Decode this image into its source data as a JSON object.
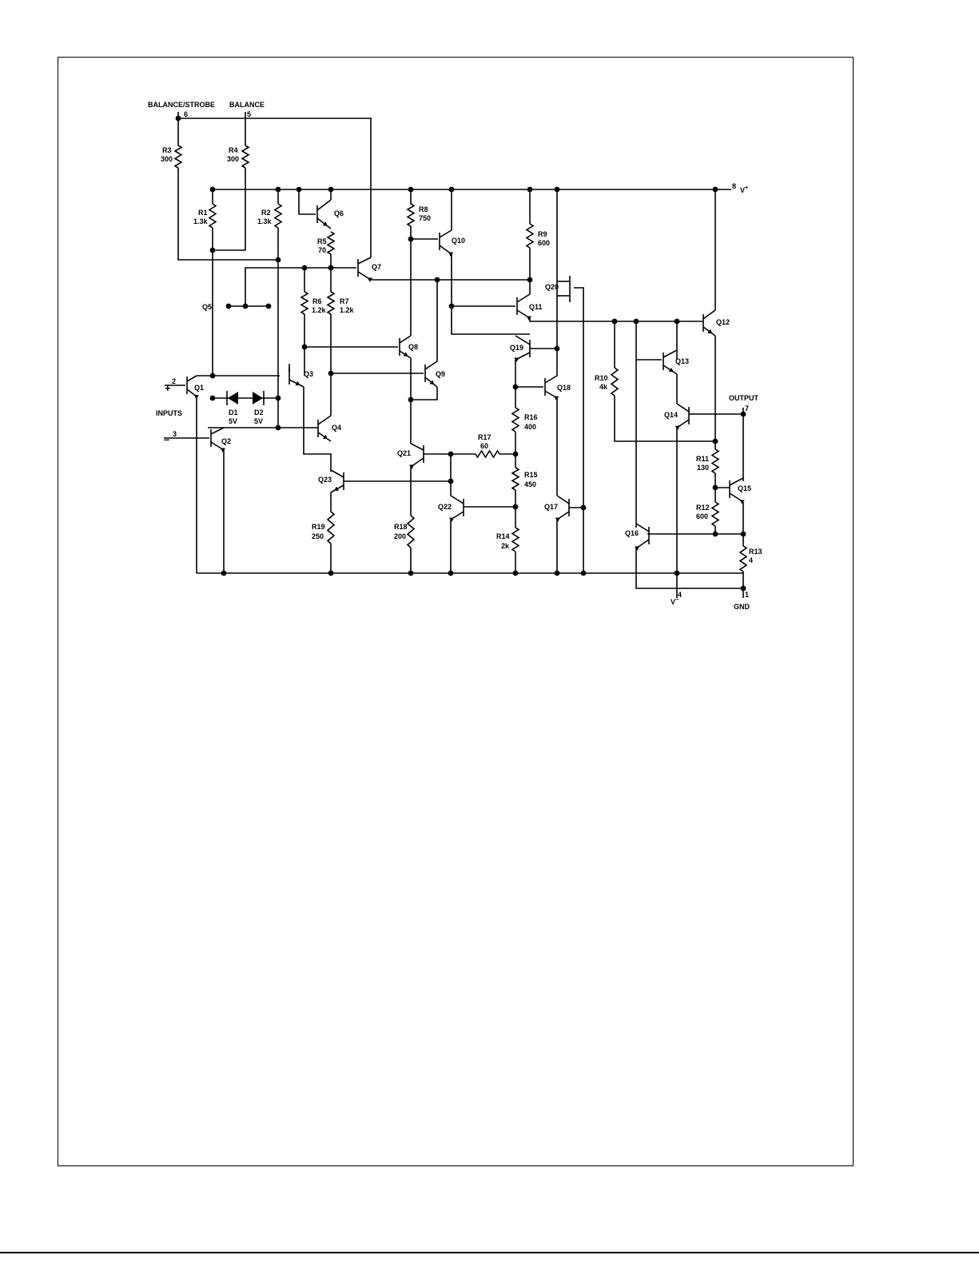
{
  "pins": {
    "balance_strobe": {
      "label": "BALANCE/STROBE",
      "num": "6"
    },
    "balance": {
      "label": "BALANCE",
      "num": "5"
    },
    "vplus": {
      "label": "V",
      "sup": "+",
      "num": "8"
    },
    "vminus": {
      "label": "V",
      "sup": "–",
      "num": "4"
    },
    "gnd": {
      "label": "GND",
      "num": "1"
    },
    "output": {
      "label": "OUTPUT",
      "num": "7"
    },
    "in_plus": {
      "sign": "+",
      "num": "2"
    },
    "in_minus": {
      "sign": "–",
      "num": "3"
    },
    "inputs": {
      "label": "INPUTS"
    }
  },
  "resistors": {
    "R1": {
      "name": "R1",
      "value": "1.3k"
    },
    "R2": {
      "name": "R2",
      "value": "1.3k"
    },
    "R3": {
      "name": "R3",
      "value": "300"
    },
    "R4": {
      "name": "R4",
      "value": "300"
    },
    "R5": {
      "name": "R5",
      "value": "70"
    },
    "R6": {
      "name": "R6",
      "value": "1.2k"
    },
    "R7": {
      "name": "R7",
      "value": "1.2k"
    },
    "R8": {
      "name": "R8",
      "value": "750"
    },
    "R9": {
      "name": "R9",
      "value": "600"
    },
    "R10": {
      "name": "R10",
      "value": "4k"
    },
    "R11": {
      "name": "R11",
      "value": "130"
    },
    "R12": {
      "name": "R12",
      "value": "600"
    },
    "R13": {
      "name": "R13",
      "value": "4"
    },
    "R14": {
      "name": "R14",
      "value": "2k"
    },
    "R15": {
      "name": "R15",
      "value": "450"
    },
    "R16": {
      "name": "R16",
      "value": "400"
    },
    "R17": {
      "name": "R17",
      "value": "60"
    },
    "R18": {
      "name": "R18",
      "value": "200"
    },
    "R19": {
      "name": "R19",
      "value": "250"
    }
  },
  "diodes": {
    "D1": {
      "name": "D1",
      "value": "5V"
    },
    "D2": {
      "name": "D2",
      "value": "5V"
    }
  },
  "transistors": {
    "Q1": "Q1",
    "Q2": "Q2",
    "Q3": "Q3",
    "Q4": "Q4",
    "Q5": "Q5",
    "Q6": "Q6",
    "Q7": "Q7",
    "Q8": "Q8",
    "Q9": "Q9",
    "Q10": "Q10",
    "Q11": "Q11",
    "Q12": "Q12",
    "Q13": "Q13",
    "Q14": "Q14",
    "Q15": "Q15",
    "Q16": "Q16",
    "Q17": "Q17",
    "Q18": "Q18",
    "Q19": "Q19",
    "Q20": "Q20",
    "Q21": "Q21",
    "Q22": "Q22",
    "Q23": "Q23"
  }
}
